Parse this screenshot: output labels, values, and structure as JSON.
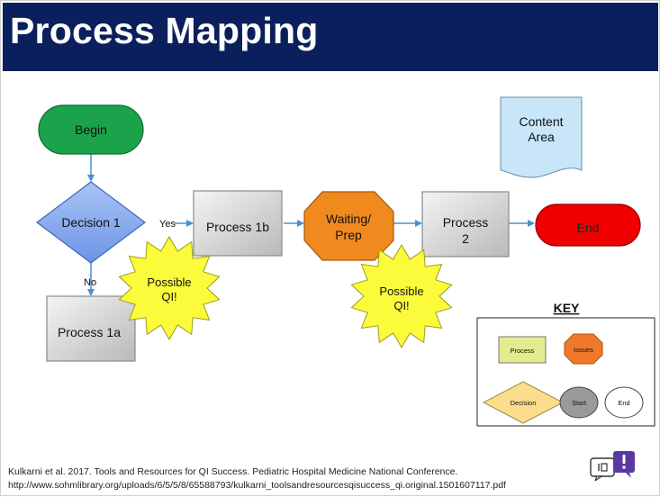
{
  "title": "Process Mapping",
  "nodes": {
    "begin": "Begin",
    "decision1": "Decision 1",
    "process1b": "Process 1b",
    "waiting_line1": "Waiting/",
    "waiting_line2": "Prep",
    "process2_line1": "Process",
    "process2_line2": "2",
    "end": "End",
    "process1a": "Process 1a",
    "content_line1": "Content",
    "content_line2": "Area"
  },
  "edges": {
    "yes": "Yes",
    "no": "No"
  },
  "starbursts": {
    "left_line1": "Possible",
    "left_line2": "QI!",
    "right_line1": "Possible",
    "right_line2": "QI!"
  },
  "key": {
    "heading": "KEY",
    "process": "Process",
    "issues": "Issues",
    "decision": "Decision",
    "start": "Start",
    "end": "End"
  },
  "citation": {
    "line1": "Kulkarni et al. 2017. Tools and Resources for QI Success. Pediatric Hospital Medicine National Conference.",
    "line2": "http://www.sohmlibrary.org/uploads/6/5/5/8/65588793/kulkarni_toolsandresourcesqisuccess_qi.original.1501607117.pdf"
  },
  "colors": {
    "header": "#0b1f5c",
    "begin": "#1aa34a",
    "decision": "#8fb0f0",
    "process": "#d0d0d0",
    "waiting": "#f08a1e",
    "end": "#f00000",
    "starburst": "#fbfb3c",
    "content": "#c8e6f8",
    "key_process": "#e2ec8e",
    "key_issues": "#f0782a",
    "key_decision": "#fcdd8c",
    "key_start": "#9a9a9a",
    "connector": "#4a8fd0",
    "logo": "#5a3aa0"
  },
  "icons": {
    "logo": "chat-bubble-logo-icon"
  }
}
